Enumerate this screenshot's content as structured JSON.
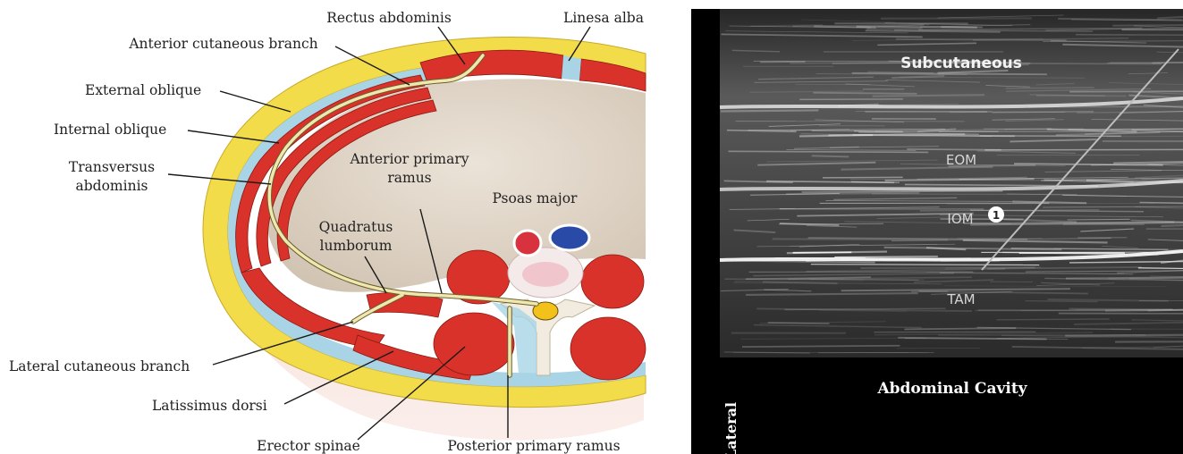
{
  "illustration": {
    "labels": {
      "rectus_abdominis": "Rectus abdominis",
      "linea_alba": "Linesa alba",
      "anterior_cutaneous_branch": "Anterior cutaneous branch",
      "external_oblique": "External oblique",
      "internal_oblique": "Internal oblique",
      "transversus_line1": "Transversus",
      "transversus_line2": "abdominis",
      "anterior_primary_ramus_line1": "Anterior primary",
      "anterior_primary_ramus_line2": "ramus",
      "psoas_major": "Psoas major",
      "quadratus_line1": "Quadratus",
      "quadratus_line2": "lumborum",
      "lateral_cutaneous_branch": "Lateral cutaneous branch",
      "latissimus_dorsi": "Latissimus dorsi",
      "erector_spinae": "Erector spinae",
      "posterior_primary_ramus": "Posterior primary ramus"
    }
  },
  "ultrasound": {
    "labels": {
      "subcutaneous": "Subcutaneous",
      "eom": "EOM",
      "iom": "IOM",
      "marker": "1",
      "tam": "TAM",
      "abdominal_cavity": "Abdominal Cavity",
      "lateral": "Lateral"
    }
  },
  "colors": {
    "muscle": "#d8322a",
    "fat": "#f2dc4a",
    "fascia": "#a8d4e6",
    "nerve": "#efe7b0",
    "cavity": "#ddd2c4",
    "artery": "#d8323f",
    "vein": "#2a4aa8",
    "background_black": "#000000"
  }
}
